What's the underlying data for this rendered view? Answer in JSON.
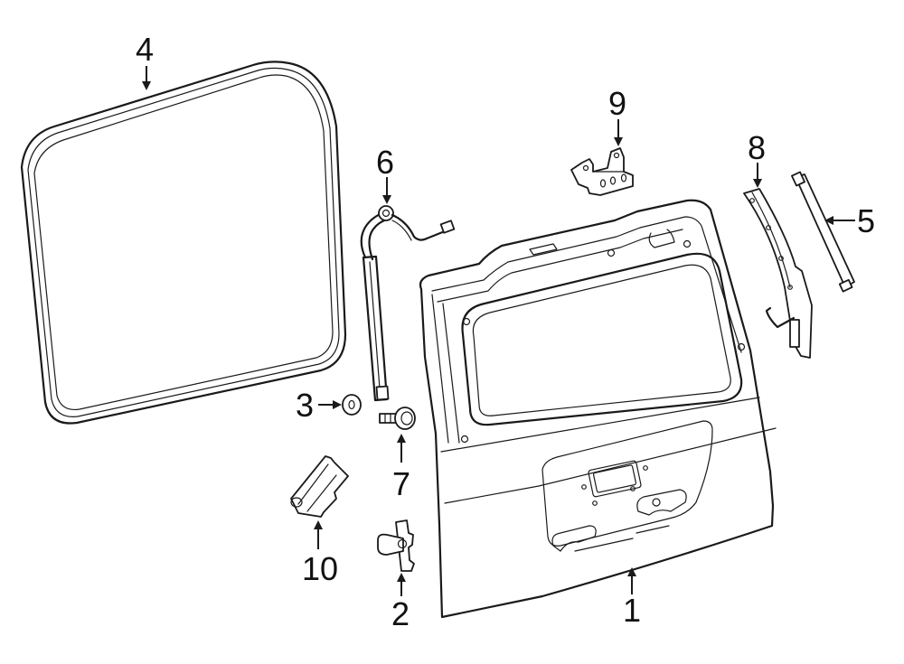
{
  "diagram": {
    "title": "Liftgate Components",
    "callouts": [
      {
        "number": "1",
        "part": "liftgate"
      },
      {
        "number": "2",
        "part": "latch-striker-bracket"
      },
      {
        "number": "3",
        "part": "washer"
      },
      {
        "number": "4",
        "part": "weatherstrip"
      },
      {
        "number": "5",
        "part": "support-strut"
      },
      {
        "number": "6",
        "part": "power-strut-with-harness"
      },
      {
        "number": "7",
        "part": "bolt"
      },
      {
        "number": "8",
        "part": "hinge-reinforcement"
      },
      {
        "number": "9",
        "part": "hinge"
      },
      {
        "number": "10",
        "part": "bumper-block"
      }
    ]
  }
}
